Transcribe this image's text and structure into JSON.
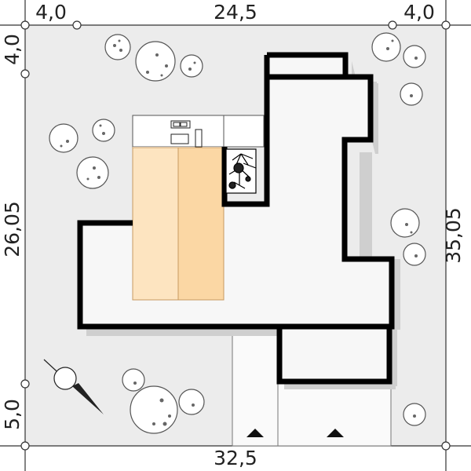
{
  "dimensions": {
    "top_left": "4,0",
    "top_middle": "24,5",
    "top_right": "4,0",
    "left_top": "4,0",
    "left_middle": "26,05",
    "left_bottom": "5,0",
    "right": "35,05",
    "bottom": "32,5"
  },
  "icons": [
    "north-arrow-icon",
    "tree-icon",
    "potted-plant-icon",
    "sofa-icon",
    "table-icon",
    "chair-icon",
    "entrance-arrow-icon"
  ],
  "colors": {
    "plot": "#ececec",
    "building_fill": "#f6f6f6",
    "wall": "#000000",
    "terrace_light": "#fde4c0",
    "terrace_dark": "#fbd7a4",
    "shadow": "#cfcfcf"
  }
}
